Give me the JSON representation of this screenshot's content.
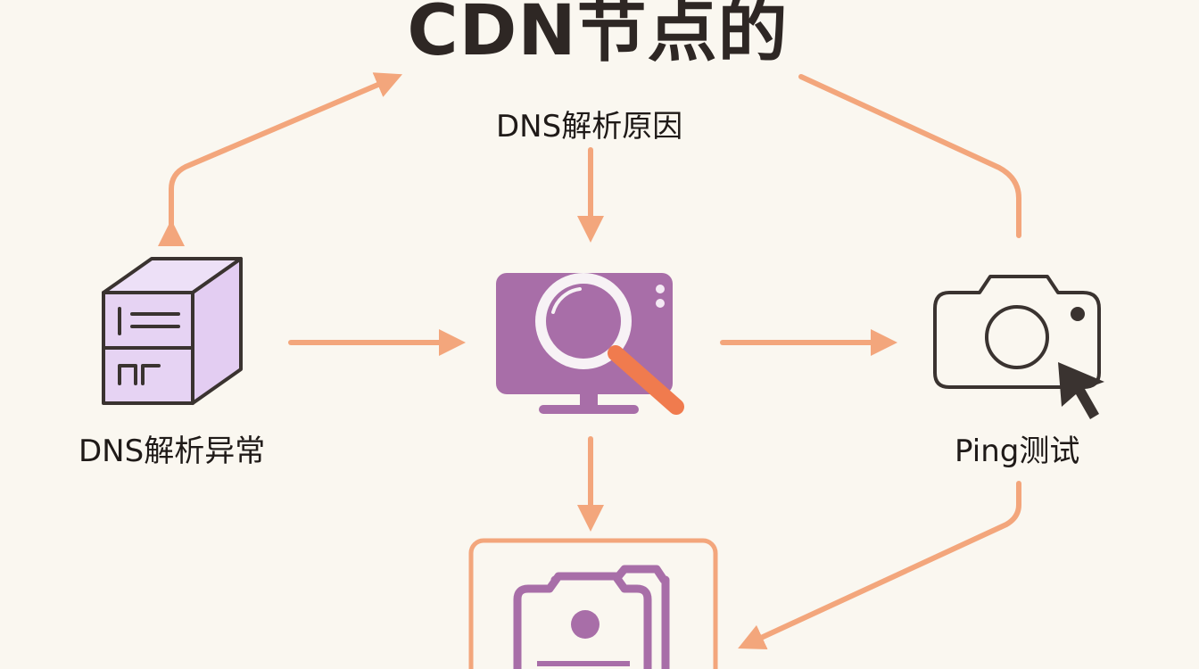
{
  "title": "CDN节点的",
  "labels": {
    "top": "DNS解析原因",
    "left": "DNS解析异常",
    "right": "Ping测试"
  },
  "colors": {
    "background": "#faf7f0",
    "arrow": "#f3a67c",
    "purple": "#a86ea8",
    "lavender": "#e6d3f3",
    "outline": "#3a3330",
    "magnifier_handle": "#f07b4e"
  },
  "icons": {
    "left": "server-icon",
    "center": "monitor-search-icon",
    "right": "camera-cursor-icon",
    "bottom": "camera-stack-icon"
  }
}
